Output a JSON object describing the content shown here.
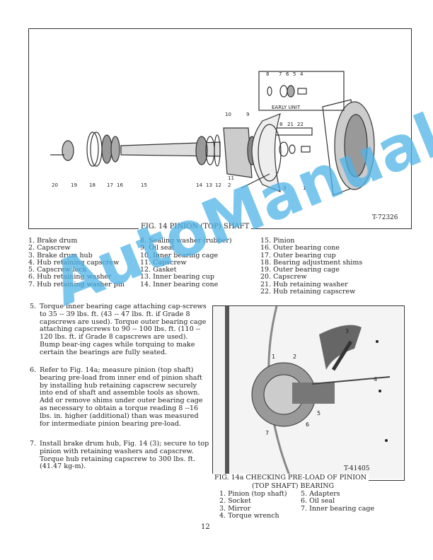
{
  "fig14": {
    "caption": "FIG. 14  PINION (TOP) SHAFT",
    "code": "T-72326",
    "early_unit": "EARLY UNIT",
    "callouts": [
      "20",
      "19",
      "18",
      "17",
      "16",
      "15",
      "14",
      "13",
      "12",
      "11",
      "2",
      "3",
      "1",
      "10",
      "9",
      "8",
      "21",
      "22"
    ],
    "early_callouts": [
      "8",
      "7",
      "6",
      "5",
      "4"
    ],
    "legend_col1": [
      "1.  Brake drum",
      "2.  Capscrew",
      "3.  Brake drum hub",
      "4.  Hub retaining capscrew",
      "5.  Capscrew lock",
      "6.  Hub retaining washer",
      "7.  Hub retaining washer pin"
    ],
    "legend_col2": [
      "8.  Sealing washer (rubber)",
      "9.  Oil seal",
      "10.  Inner bearing cage",
      "11.  Capscrew",
      "12.  Gasket",
      "13.  Inner bearing cup",
      "14.  Inner bearing cone"
    ],
    "legend_col3": [
      "15.  Pinion",
      "16.  Outer bearing cone",
      "17.  Outer bearing cup",
      "18.  Bearing adjustment shims",
      "19.  Outer bearing cage",
      "20.  Capscrew",
      "21.  Hub retaining washer",
      "22.  Hub retaining capscrew"
    ]
  },
  "steps": [
    {
      "num": "5.",
      "text": "Torque inner bearing cage attaching cap-screws to 35 -- 39 lbs. ft. (43 -- 47 lbs. ft. if Grade 8 capscrews are used).  Torque outer bearing cage attaching capscrews to 90 -- 100 lbs. ft. (110 -- 120 lbs. ft. if Grade 8 capscrews are used).  Bump bear-ing cages while torquing to make certain the bearings are fully seated."
    },
    {
      "num": "6.",
      "text": "Refer to Fig. 14a; measure pinion (top shaft) bearing pre-load from inner end of pinion shaft by installing hub retaining capscrew securely into end of shaft and assemble tools as shown.  Add or remove shims under outer bearing cage as necessary to obtain a torque reading 8 --16 lbs. in. higher (additional) than was measured for intermediate pinion bearing pre-load."
    },
    {
      "num": "7.",
      "text": "Install brake drum hub, Fig. 14 (3); secure to top pinion with retaining washers and capscrew.  Torque hub retaining capscrew to 300 lbs. ft. (41.47 kg-m)."
    }
  ],
  "fig14a": {
    "caption_line1": "FIG. 14a  CHECKING PRE-LOAD OF PINION",
    "caption_line2": "(TOP SHAFT) BEARING",
    "code": "T-41405",
    "callouts": [
      "1",
      "2",
      "3",
      "4",
      "5",
      "6",
      "7"
    ],
    "legend_col1": [
      "1.  Pinion (top shaft)",
      "2.  Socket",
      "3.  Mirror",
      "4.  Torque wrench"
    ],
    "legend_col2": [
      "5.  Adapters",
      "6.  Oil seal",
      "7.  Inner bearing cage"
    ]
  },
  "page_number": "12",
  "watermark": "AutoManual",
  "colors": {
    "watermark": "#4fb3e8"
  }
}
